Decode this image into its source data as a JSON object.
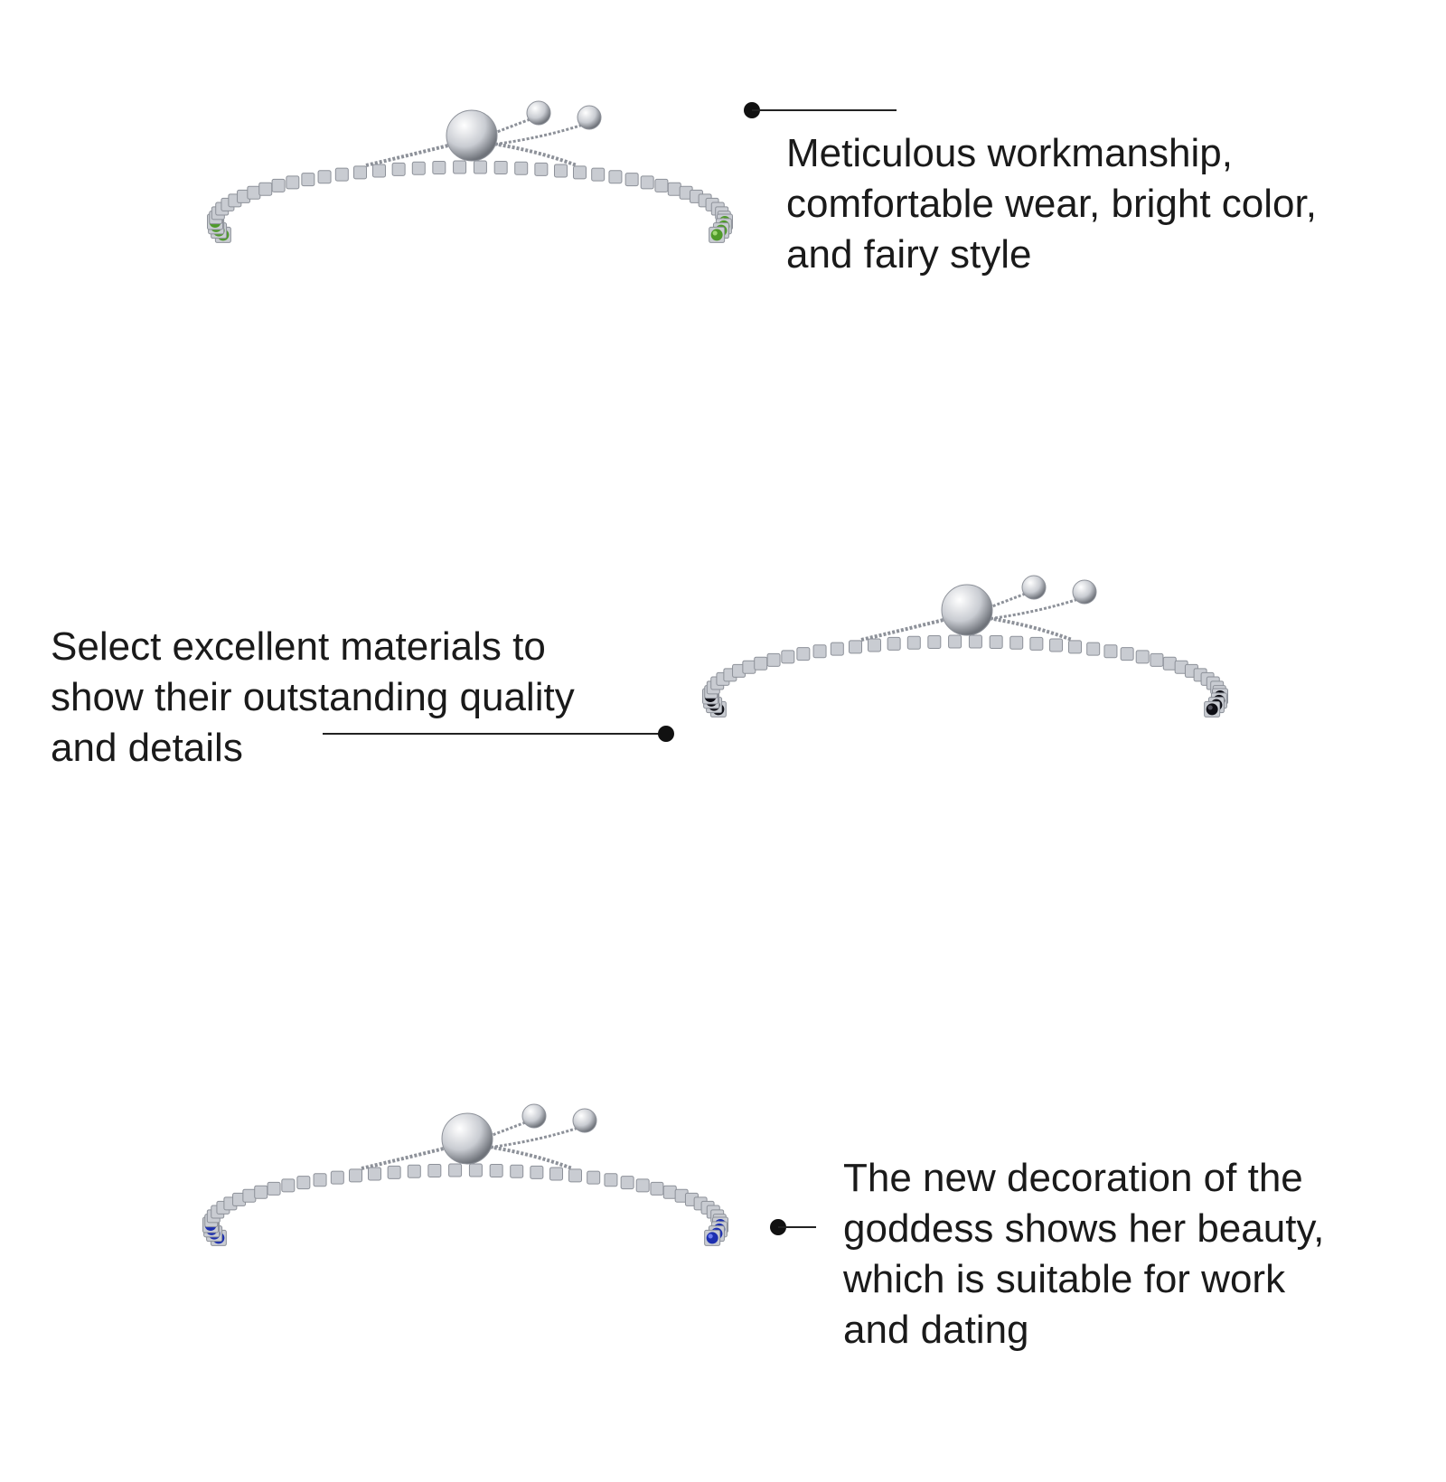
{
  "features": [
    {
      "lines": [
        "Meticulous workmanship,",
        "comfortable wear, bright color,",
        "and fairy style"
      ],
      "stone_color": "#4f9a2a",
      "stone_highlight": "#9fd873"
    },
    {
      "lines": [
        "Select excellent materials to",
        "show their outstanding quality",
        "and details"
      ],
      "stone_color": "#0d0d14",
      "stone_highlight": "#555560"
    },
    {
      "lines": [
        "The new decoration of the",
        "goddess shows her beauty,",
        "which is suitable for work",
        "and dating"
      ],
      "stone_color": "#1c2fb0",
      "stone_highlight": "#6d7df0"
    }
  ],
  "colors": {
    "silver": "#c9ccd2",
    "silver_dark": "#8d9199",
    "halo_edge": "#f6e1bd"
  }
}
